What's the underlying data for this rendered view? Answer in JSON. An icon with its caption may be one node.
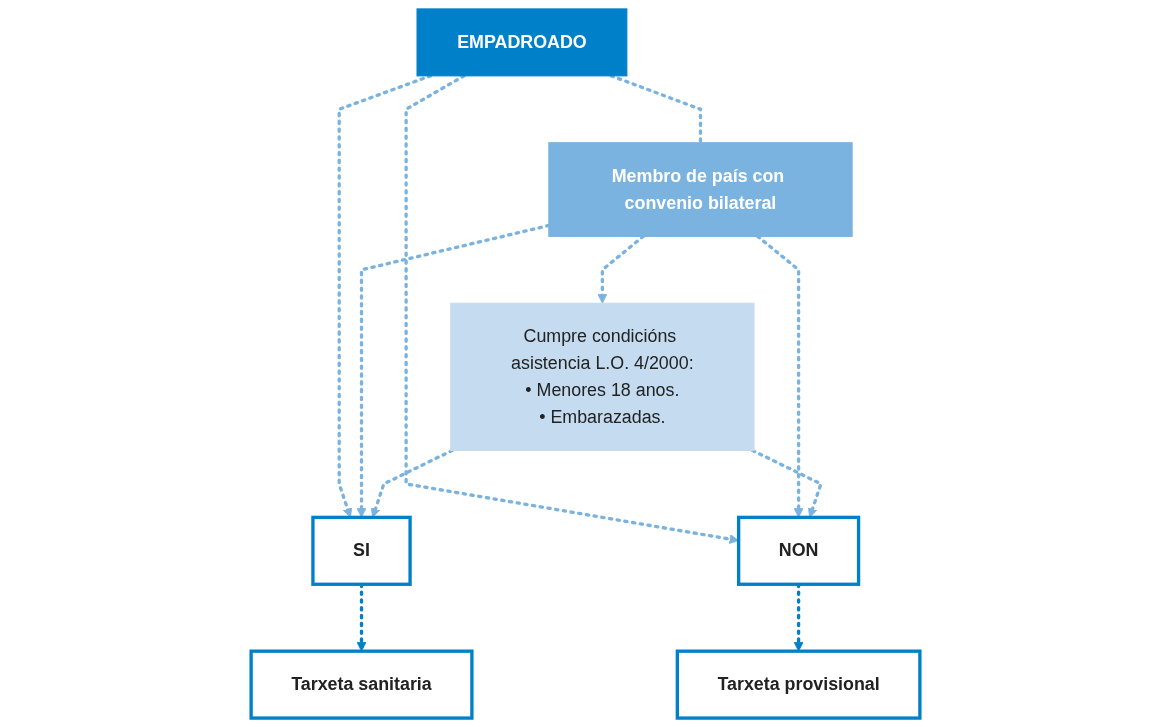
{
  "diagram": {
    "nodes": [
      {
        "text": [
          "EMPADROADO"
        ]
      },
      {
        "text": [
          "Membro de país con convenio bilateral"
        ]
      },
      {
        "text": [
          "Cumpre condicións asistencia L.O. 4/2000:",
          "• Menores 18 anos.",
          "• Embarazadas."
        ]
      },
      {
        "text": [
          "SI"
        ]
      },
      {
        "text": [
          "NON"
        ]
      },
      {
        "text": [
          "Tarxeta sanitaria"
        ]
      },
      {
        "text": [
          "Tarxeta provisional"
        ]
      }
    ],
    "edges": [
      {
        "from": 0,
        "to": 1,
        "arrow": "none",
        "style": "dashed"
      },
      {
        "from": 0,
        "to": 3,
        "arrow": "to",
        "style": "dashed"
      },
      {
        "from": 0,
        "to": 4,
        "arrow": "to",
        "style": "dashed"
      },
      {
        "from": 1,
        "to": 2,
        "arrow": "to",
        "style": "dashed"
      },
      {
        "from": 1,
        "to": 3,
        "arrow": "to",
        "style": "dashed"
      },
      {
        "from": 1,
        "to": 4,
        "arrow": "to",
        "style": "dashed"
      },
      {
        "from": 2,
        "to": 3,
        "arrow": "to",
        "style": "dashed"
      },
      {
        "from": 2,
        "to": 4,
        "arrow": "to",
        "style": "dashed"
      },
      {
        "from": 3,
        "to": 5,
        "arrow": "to",
        "style": "dashed",
        "color": "#0080c8"
      },
      {
        "from": 4,
        "to": 6,
        "arrow": "to",
        "style": "dashed",
        "color": "#0080c8"
      }
    ]
  }
}
